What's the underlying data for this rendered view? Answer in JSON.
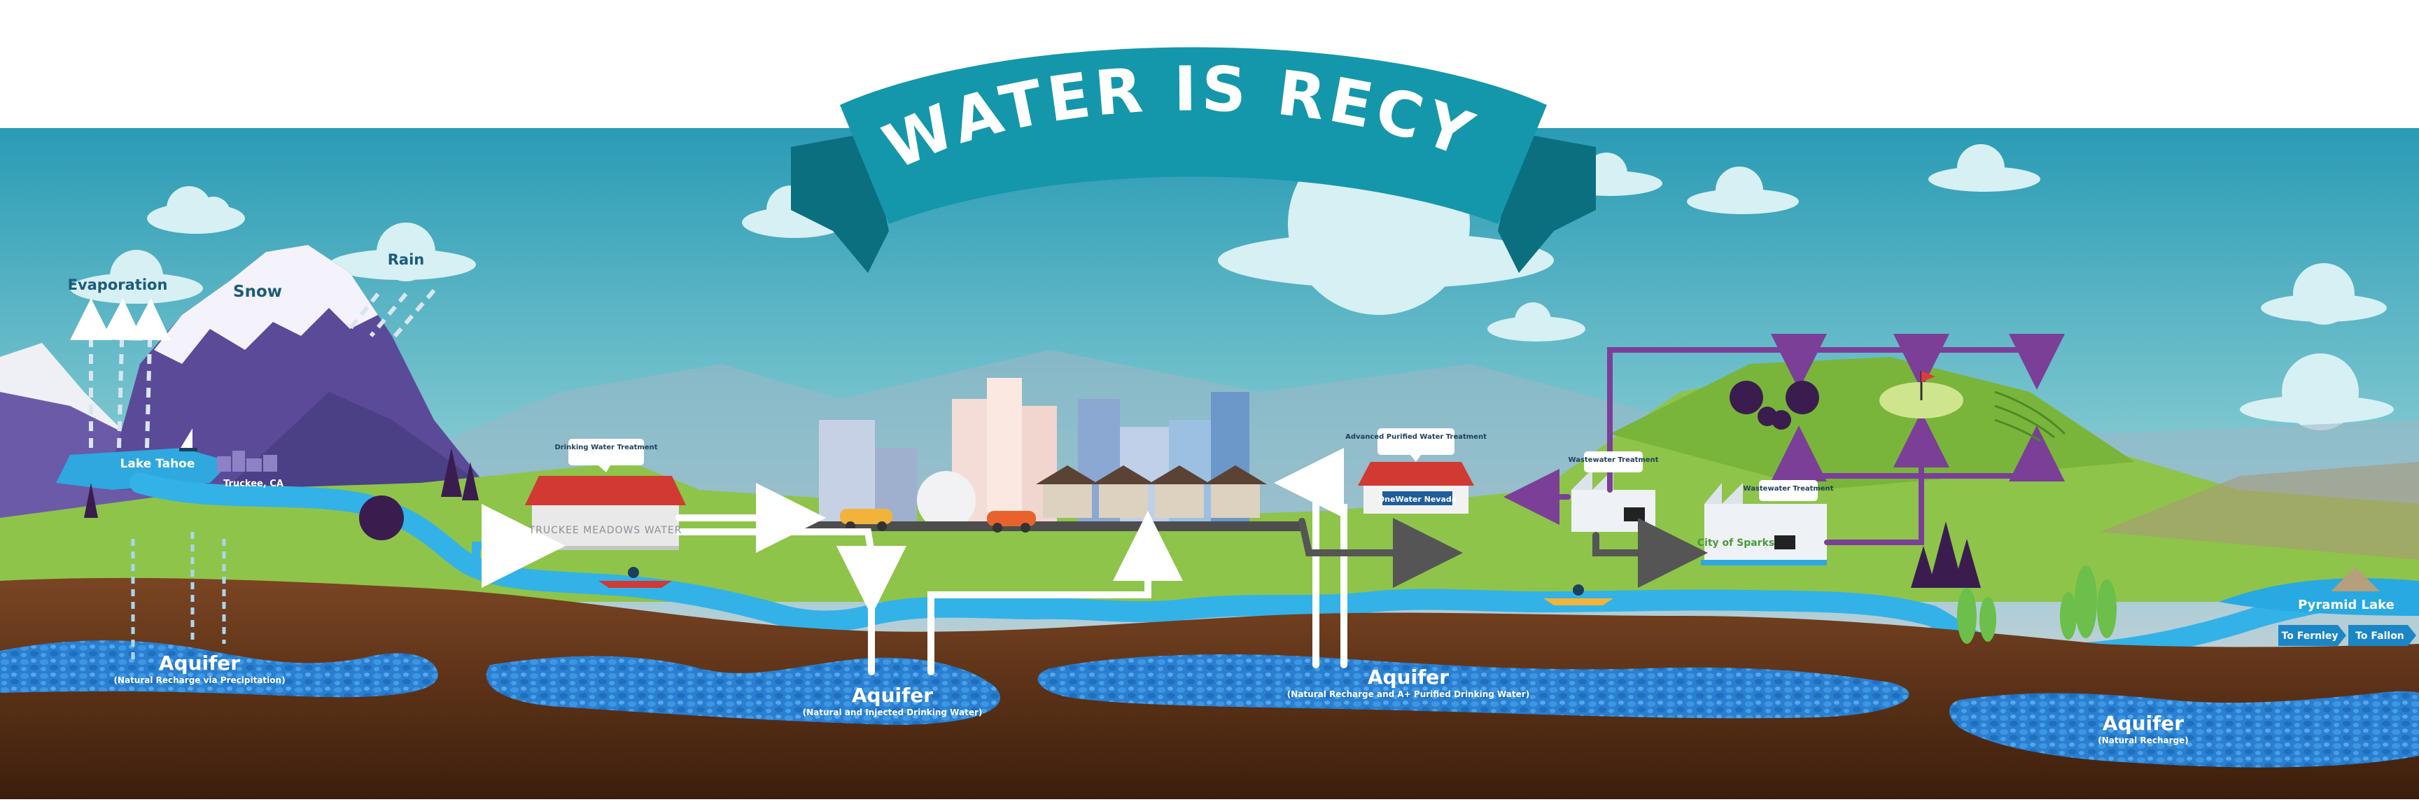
{
  "banner": {
    "title": "ALL WATER IS RECYCLED"
  },
  "sky_labels": {
    "evaporation": "Evaporation",
    "snow": "Snow",
    "rain": "Rain"
  },
  "places": {
    "lake_tahoe": "Lake Tahoe",
    "truckee": "Truckee, CA",
    "pyramid_lake": "Pyramid Lake",
    "to_fernley": "To Fernley",
    "to_fallon": "To Fallon"
  },
  "facilities": {
    "drinking_water_treatment": "Drinking Water Treatment",
    "truckee_meadows_water": "TRUCKEE MEADOWS WATER",
    "advanced_purified": "Advanced Purified Water Treatment",
    "onewater_nevada": "OneWater Nevada",
    "wastewater_1": "Wastewater Treatment",
    "wastewater_2": "Wastewater Treatment",
    "city_of_sparks": "City of Sparks"
  },
  "aquifers": [
    {
      "title": "Aquifer",
      "subtitle": "(Natural Recharge via Precipitation)"
    },
    {
      "title": "Aquifer",
      "subtitle": "(Natural and Injected Drinking Water)"
    },
    {
      "title": "Aquifer",
      "subtitle": "(Natural Recharge and A+ Purified Drinking Water)"
    },
    {
      "title": "Aquifer",
      "subtitle": "(Natural Recharge)"
    }
  ],
  "colors": {
    "sky_top": "#2a9bb5",
    "sky_bottom": "#bfe0e6",
    "banner": "#1597ab",
    "banner_dark": "#0b6f80",
    "water": "#29a9e1",
    "aquifer": "#2a7fd0",
    "soil": "#6b3e1f",
    "grass": "#8ec44a",
    "purple_flow": "#7b3f98",
    "mountain": "#6b5aa8"
  }
}
